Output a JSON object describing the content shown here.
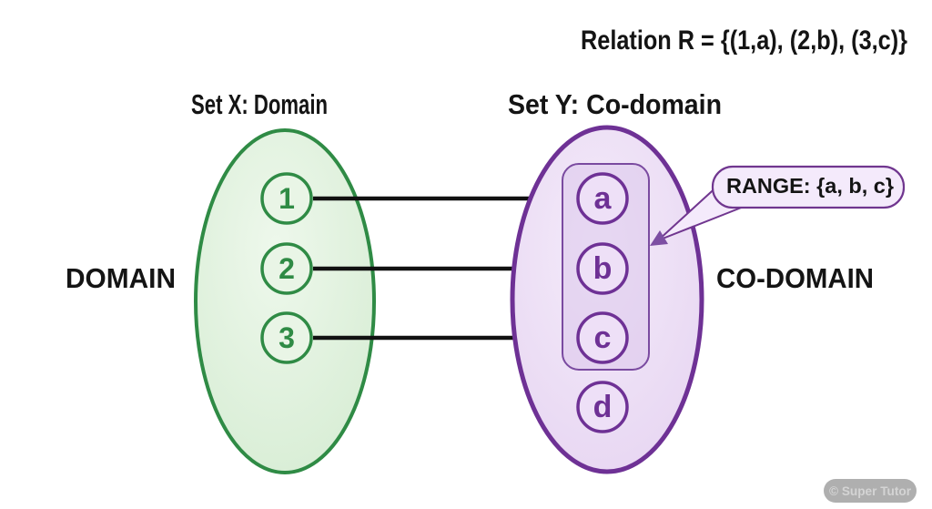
{
  "title": "Relation R = {(1,a), (2,b), (3,c)}",
  "set_x": {
    "heading": "Set X: Domain",
    "side_label": "DOMAIN",
    "elements": [
      "1",
      "2",
      "3"
    ]
  },
  "set_y": {
    "heading": "Set Y: Co-domain",
    "side_label": "CO-DOMAIN",
    "elements": [
      "a",
      "b",
      "c",
      "d"
    ]
  },
  "range_callout": {
    "label": "RANGE: {a, b, c}",
    "range_elements": [
      "a",
      "b",
      "c"
    ]
  },
  "mappings": [
    {
      "from": "1",
      "to": "a"
    },
    {
      "from": "2",
      "to": "b"
    },
    {
      "from": "3",
      "to": "c"
    }
  ],
  "watermark": "© Super Tutor",
  "colors": {
    "background": "#ffffff",
    "green_border": "#2f8b45",
    "green_fill_light": "#eef8ec",
    "green_fill_dark": "#d5ecd2",
    "purple_border": "#6e3195",
    "purple_fill_light": "#f4ebfa",
    "purple_fill_dark": "#e6d4f1",
    "range_box_fill": "#d8c2e8",
    "callout_fill": "#f4eafb",
    "arrow_color": "#111111",
    "text_color": "#141414",
    "watermark_pill": "#a6a6a6",
    "watermark_text": "#d4d4d4"
  }
}
